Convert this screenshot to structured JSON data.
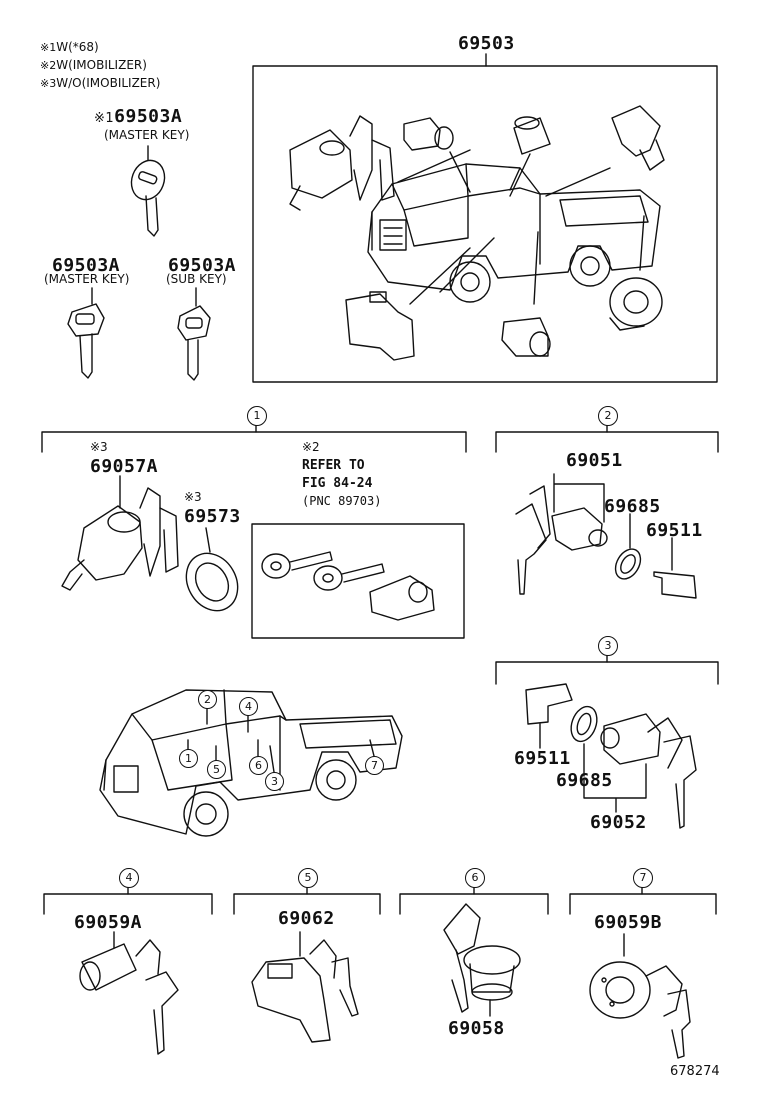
{
  "notes": [
    {
      "mark": "※1",
      "text": "W(*68)"
    },
    {
      "mark": "※2",
      "text": "W(IMOBILIZER)"
    },
    {
      "mark": "※3",
      "text": "W/O(IMOBILIZER)"
    }
  ],
  "top": {
    "assembly_pn": "69503",
    "master_key_imob": {
      "mark": "※1",
      "pn": "69503A",
      "label": "(MASTER KEY)"
    },
    "master_key": {
      "pn": "69503A",
      "label": "(MASTER KEY)"
    },
    "sub_key": {
      "pn": "69503A",
      "label": "(SUB KEY)"
    }
  },
  "group1": {
    "index": "1",
    "cylinder": {
      "mark": "※3",
      "pn": "69057A"
    },
    "ring": {
      "mark": "※3",
      "pn": "69573"
    },
    "refer": {
      "mark": "※2",
      "line1": "REFER TO",
      "line2": "FIG 84-24",
      "line3": "(PNC 89703)"
    }
  },
  "group2": {
    "index": "2",
    "pn_set": "69051",
    "pn_pad": "69685",
    "pn_clip": "69511"
  },
  "group3": {
    "index": "3",
    "pn_clip": "69511",
    "pn_pad": "69685",
    "pn_set": "69052"
  },
  "truck_callouts": [
    "2",
    "4",
    "1",
    "5",
    "6",
    "3",
    "7"
  ],
  "group4": {
    "index": "4",
    "pn": "69059A"
  },
  "group5": {
    "index": "5",
    "pn": "69062"
  },
  "group6": {
    "index": "6",
    "pn": "69058"
  },
  "group7": {
    "index": "7",
    "pn": "69059B"
  },
  "figure_id": "678274"
}
